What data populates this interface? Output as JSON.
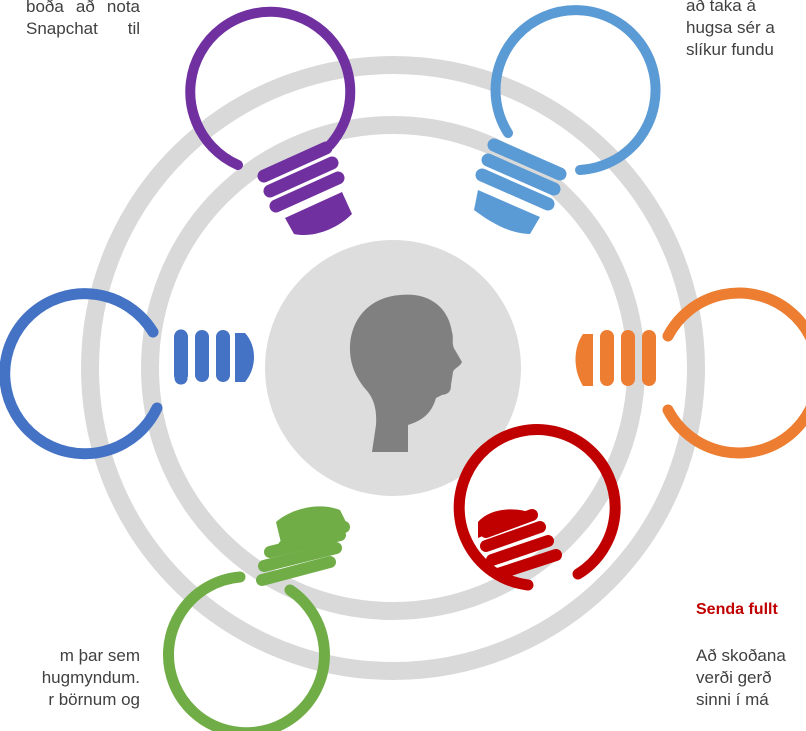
{
  "colors": {
    "purple": "#7030A0",
    "light_blue": "#5B9BD5",
    "blue": "#4472C4",
    "orange": "#ED7D31",
    "green": "#70AD47",
    "red": "#C00000",
    "ring_gray": "#D9D9D9",
    "center_gray": "#DDDDDD",
    "head_gray": "#808080",
    "text": "#404040"
  },
  "icons": {
    "center": "human-head-profile-icon",
    "bulbs": [
      "purple-lightbulb-icon",
      "light-blue-lightbulb-icon",
      "blue-lightbulb-icon",
      "orange-lightbulb-icon",
      "green-lightbulb-icon",
      "red-lightbulb-icon"
    ]
  },
  "text_top_left": {
    "line1": "boða að nota",
    "line2": "Snapchat til"
  },
  "text_top_right": {
    "line1": "að taka á",
    "line2": "hugsa sér a",
    "line3": "slíkur fundu"
  },
  "text_bottom_left": {
    "line1": "m þar sem",
    "line2": "hugmyndum.",
    "line3": "r börnum og"
  },
  "text_bottom_right": {
    "heading": "Senda fullt",
    "line1": "Að skoðana",
    "line2": "verði gerð",
    "line3": "sinni í má"
  }
}
